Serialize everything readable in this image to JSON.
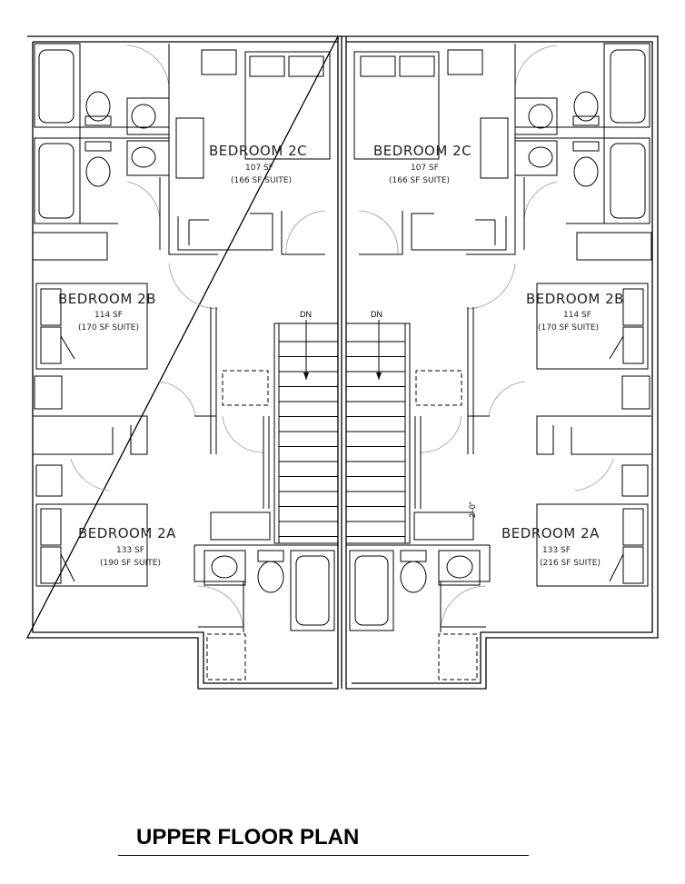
{
  "title": "UPPER FLOOR PLAN",
  "stair_label": "DN",
  "dimension_note": "2'-0\"",
  "left_unit": {
    "bedroom_2c": {
      "name": "BEDROOM 2C",
      "area": "107 SF",
      "suite": "(166 SF SUITE)"
    },
    "bedroom_2b": {
      "name": "BEDROOM 2B",
      "area": "114 SF",
      "suite": "(170 SF SUITE)"
    },
    "bedroom_2a": {
      "name": "BEDROOM 2A",
      "area": "133 SF",
      "suite": "(190 SF SUITE)"
    }
  },
  "right_unit": {
    "bedroom_2c": {
      "name": "BEDROOM 2C",
      "area": "107 SF",
      "suite": "(166 SF SUITE)"
    },
    "bedroom_2b": {
      "name": "BEDROOM 2B",
      "area": "114 SF",
      "suite": "(170 SF SUITE)"
    },
    "bedroom_2a": {
      "name": "BEDROOM 2A",
      "area": "133 SF",
      "suite": "(216 SF SUITE)"
    }
  }
}
